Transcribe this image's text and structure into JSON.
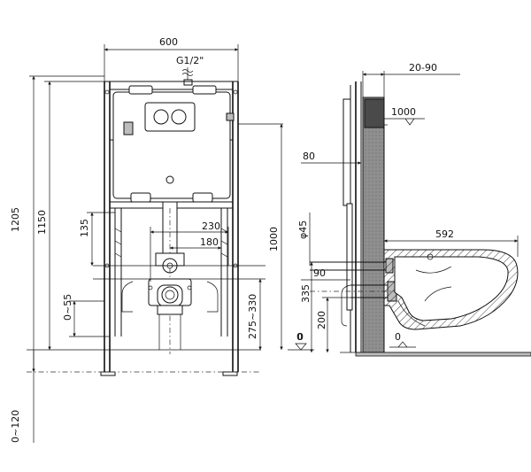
{
  "front_view": {
    "width_label": "600",
    "supply_label": "G1/2\"",
    "total_height_label": "1205",
    "frame_height_label": "1150",
    "foot_adjust_label": "0~120",
    "drain_height_label": "135",
    "drain_adjust_label": "0~55",
    "bolt_spacing_label": "230",
    "pipe_spacing_label": "180",
    "button_height_label": "1000",
    "bracket_range_label": "275~330"
  },
  "side_view": {
    "wall_depth_label": "20-90",
    "button_level_label": "1000",
    "frame_depth_label": "80",
    "diameter_label": "φ45",
    "bowl_length_label": "592",
    "offset_label": "90",
    "outlet_height_label": "335",
    "inlet_height_label": "200",
    "floor_left_label": "0",
    "floor_right_label": "0"
  }
}
